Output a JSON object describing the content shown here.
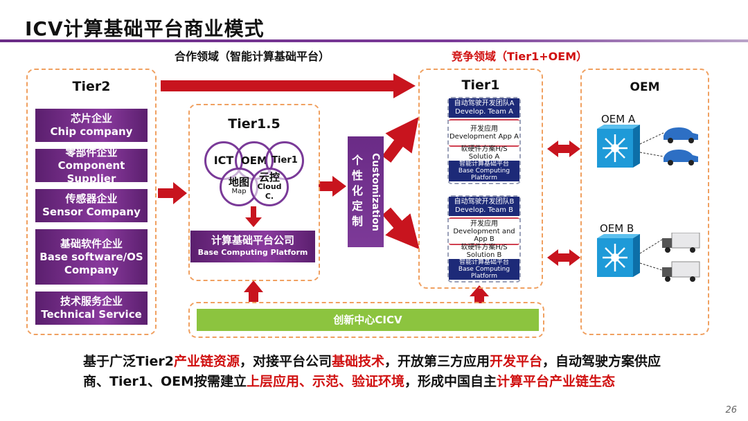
{
  "title": "ICV计算基础平台商业模式",
  "coop_label": "合作领域（智能计算基础平台）",
  "compete_label": "竞争领域（Tier1+OEM）",
  "tier2": {
    "title": "Tier2",
    "items": [
      {
        "zh": "芯片企业",
        "en": "Chip company"
      },
      {
        "zh": "零部件企业",
        "en": "Component Supplier"
      },
      {
        "zh": "传感器企业",
        "en": "Sensor Company"
      },
      {
        "zh": "基础软件企业",
        "en": "Base software/OS Company"
      },
      {
        "zh": "技术服务企业",
        "en": "Technical Service"
      }
    ]
  },
  "tier15": {
    "title": "Tier1.5",
    "circles": [
      {
        "zh": "ICT",
        "en": ""
      },
      {
        "zh": "OEM",
        "en": ""
      },
      {
        "zh": "Tier1",
        "en": ""
      },
      {
        "zh": "地图",
        "en": "Map"
      },
      {
        "zh": "云控",
        "en": "Cloud C."
      }
    ],
    "box_zh": "计算基础平台公司",
    "box_en": "Base Computing Platform"
  },
  "customization": {
    "zh": "个性化定制",
    "en": "Customization"
  },
  "tier1": {
    "title": "Tier1",
    "stacks": [
      {
        "team_zh": "自动驾驶开发团队A",
        "team_en": "Develop. Team A",
        "app_zh": "开发应用",
        "app_en": "Development App A",
        "sol_zh": "软硬件方案H/S",
        "sol_en": "Solutio A",
        "plat_zh": "智能计算基础平台",
        "plat_en": "Base Computing Platform"
      },
      {
        "team_zh": "自动驾驶开发团队B",
        "team_en": "Develop. Team B",
        "app_zh": "开发应用",
        "app_en": "Development and App B",
        "sol_zh": "软硬件方案H/S",
        "sol_en": "Solution B",
        "plat_zh": "智能计算基础平台",
        "plat_en": "Base Computing Platform"
      }
    ]
  },
  "oem": {
    "title": "OEM",
    "a": "OEM A",
    "b": "OEM B"
  },
  "cicv": "创新中心CICV",
  "bottom": {
    "p1": "基于广泛Tier2",
    "r1": "产业链资源",
    "p2": "，对接平台公司",
    "r2": "基础技术",
    "p3": "，开放第三方应用",
    "r3": "开发平台",
    "p4": "，自动驾驶方案供应商、Tier1、OEM按需建立",
    "r4": "上层应用、示范、验证环境",
    "p5": "，形成中国自主",
    "r5": "计算平台产业链生态"
  },
  "page_number": "26",
  "colors": {
    "purple": "#6a2b86",
    "navy": "#1d2a78",
    "red_arrow": "#c8141e",
    "green_bar": "#8cc43f",
    "dashed_border": "#f0a060"
  }
}
